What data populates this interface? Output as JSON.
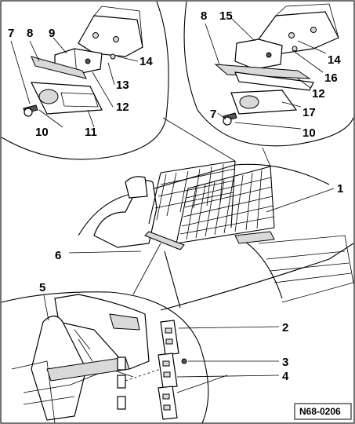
{
  "reference_code": "N68-0206",
  "callouts": {
    "c1": "1",
    "c2": "2",
    "c3": "3",
    "c4": "4",
    "c5": "5",
    "c6": "6",
    "c7a": "7",
    "c8a": "8",
    "c9": "9",
    "c10a": "10",
    "c11": "11",
    "c12a": "12",
    "c13": "13",
    "c14a": "14",
    "c8b": "8",
    "c15": "15",
    "c14b": "14",
    "c16": "16",
    "c12b": "12",
    "c7b": "7",
    "c17": "17",
    "c10b": "10"
  }
}
